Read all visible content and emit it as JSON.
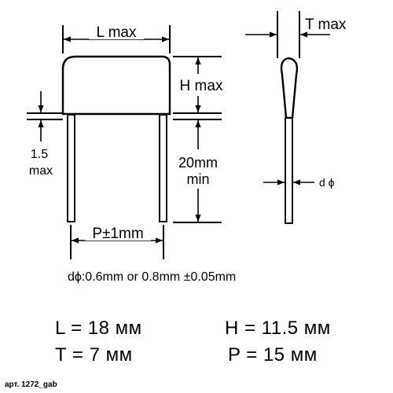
{
  "labels": {
    "L": "L max",
    "H": "H max",
    "T": "T max",
    "lead_gap_1": "1.5",
    "lead_gap_2": "max",
    "lead_len_1": "20mm",
    "lead_len_2": "min",
    "P": "P±1mm",
    "d": "d ϕ"
  },
  "tolerance_note": "dϕ:0.6mm or 0.8mm ±0.05mm",
  "specs": {
    "L": "L = 18 мм",
    "H": "H = 11.5 мм",
    "T": "T =  7 мм",
    "P": "P = 15 мм"
  },
  "article_code": "арт. 1272_gab",
  "colors": {
    "stroke": "#000000",
    "background": "#ffffff"
  }
}
